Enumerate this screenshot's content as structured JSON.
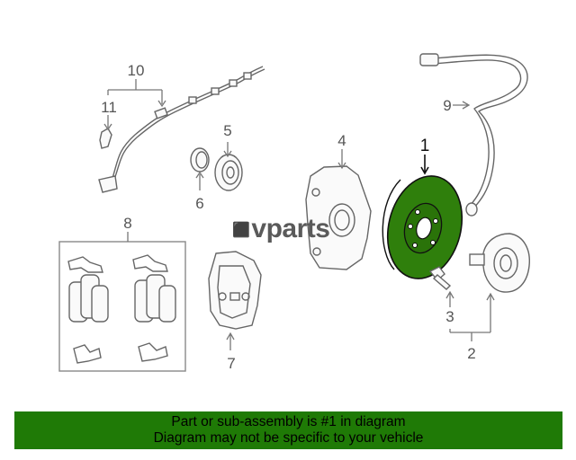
{
  "callouts": {
    "c1": "1",
    "c2": "2",
    "c3": "3",
    "c4": "4",
    "c5": "5",
    "c6": "6",
    "c7": "7",
    "c8": "8",
    "c9": "9",
    "c10": "10",
    "c11": "11"
  },
  "watermark": {
    "text": "vparts"
  },
  "footer": {
    "line1": "Part or sub-assembly is #1 in diagram",
    "line2": "Diagram may not be specific to your vehicle"
  },
  "colors": {
    "footer_bg": "#1f7a06",
    "rotor_fill": "#2f7f0c",
    "line": "#666666"
  }
}
